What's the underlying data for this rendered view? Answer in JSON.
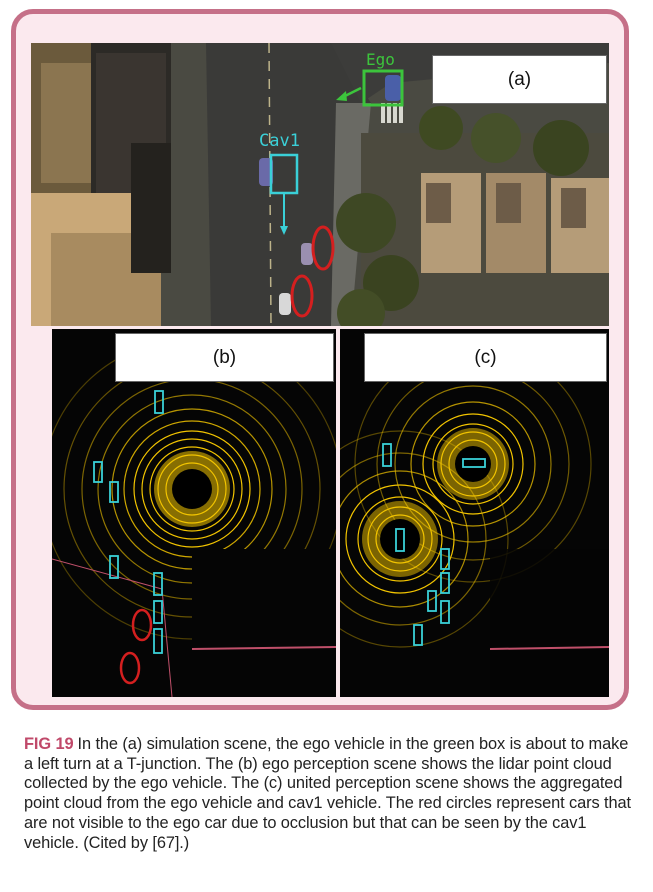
{
  "figure": {
    "label": "FIG 19",
    "caption": "In the (a) simulation scene, the ego vehicle in the green box is about to make a left turn at a T-junction. The (b) ego perception scene shows the lidar point cloud collected by the ego vehicle. The (c) united perception scene shows the aggregated point cloud from the ego vehicle and cav1 vehicle. The red circles represent cars that are not visible to the ego car due to occlusion but that can be seen by the cav1 vehicle. (Cited by [67].)"
  },
  "panels": {
    "a": {
      "label": "(a)",
      "ego_tag": "Ego",
      "cav_tag": "Cav1"
    },
    "b": {
      "label": "(b)"
    },
    "c": {
      "label": "(c)"
    }
  },
  "colors": {
    "frame_border": "#c57088",
    "frame_fill": "#fbe9ee",
    "ego_box": "#3cc43c",
    "cav_box": "#3ad0d8",
    "occluded_circle": "#d41f1f",
    "lidar": "#f2c400",
    "caption_label": "#c0496a"
  }
}
